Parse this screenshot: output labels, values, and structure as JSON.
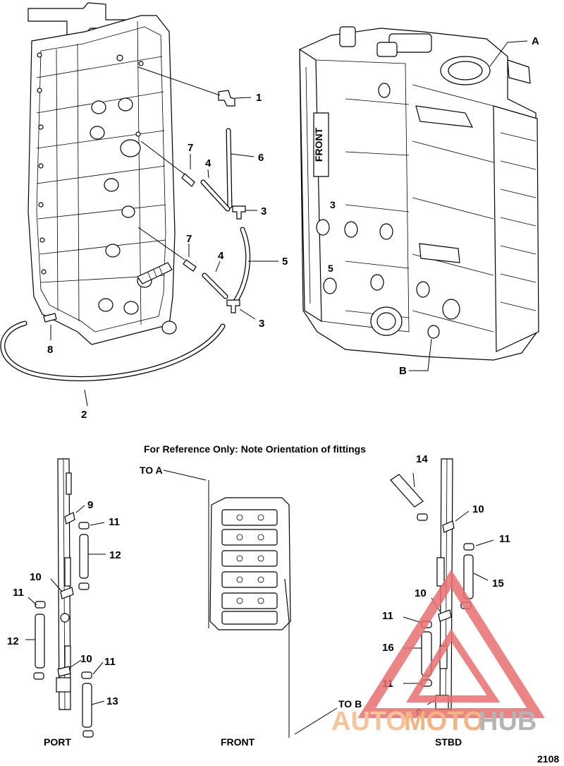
{
  "figure_id": "2108",
  "note": "For Reference Only:  Note Orientation of  fittings",
  "view_labels": {
    "port": "PORT",
    "front": "FRONT",
    "stbd": "STBD"
  },
  "routing_labels": {
    "to_a": "TO A",
    "to_b": "TO B"
  },
  "reference_points": {
    "a": "A",
    "b": "B"
  },
  "callouts": {
    "c1": "1",
    "c2": "2",
    "c3a": "3",
    "c3b": "3",
    "c4a": "4",
    "c4b": "4",
    "c5": "5",
    "c6": "6",
    "c7a": "7",
    "c7b": "7",
    "c8": "8",
    "p9": "9",
    "p10a": "10",
    "p10b": "10",
    "p11a": "11",
    "p11b": "11",
    "p11c": "11",
    "p12a": "12",
    "p12b": "12",
    "p13": "13",
    "s9": "9",
    "s10a": "10",
    "s10b": "10",
    "s11a": "11",
    "s11b": "11",
    "s11c": "11",
    "s14": "14",
    "s15": "15",
    "s16": "16"
  },
  "engine_text": {
    "stamp1": "FRONT",
    "stamp2": "3",
    "stamp3": "5"
  },
  "watermark": {
    "part1": "AUTO",
    "part2": "MOTO",
    "part3": "HUB",
    "color_auto": "#f5b98a",
    "color_moto": "#f3a66e",
    "color_hub": "#a8a8a8",
    "color_mark": "#e87070"
  }
}
